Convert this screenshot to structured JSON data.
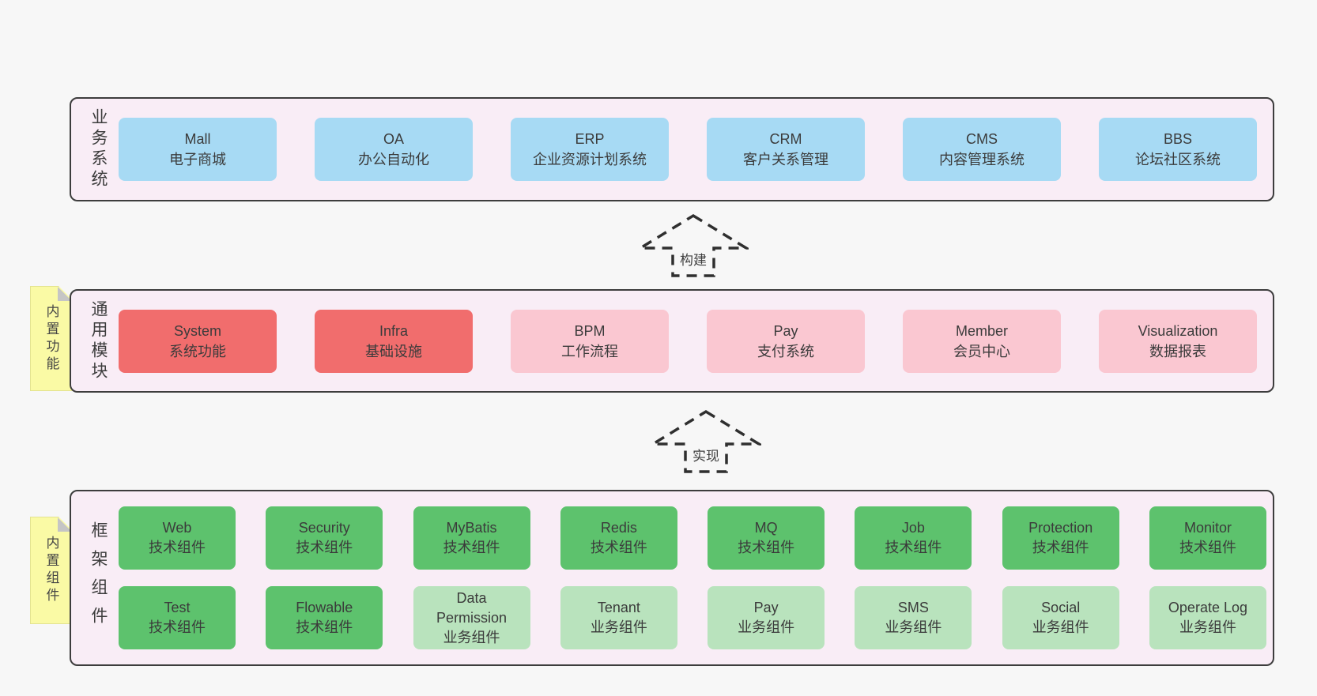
{
  "theme": {
    "page_bg": "#f7f7f7",
    "panel_bg": "#f9edf6",
    "panel_border": "#3d3d3d",
    "text": "#3c3c3c",
    "blue": "#a7daf4",
    "red": "#f16d6d",
    "pink": "#fac7d1",
    "green": "#5dc26d",
    "light_green": "#b9e3bd",
    "sticky_bg": "#fafaa5",
    "sticky_fold": "#c5c5c5",
    "sticky_edge": "#e3e390"
  },
  "arrows": {
    "build": {
      "label": "构建"
    },
    "implement": {
      "label": "实现"
    }
  },
  "layers": {
    "business": {
      "label": "业务系统",
      "boxes": [
        {
          "name": "Mall",
          "subtitle": "电子商城",
          "color": "blue"
        },
        {
          "name": "OA",
          "subtitle": "办公自动化",
          "color": "blue"
        },
        {
          "name": "ERP",
          "subtitle": "企业资源计划系统",
          "color": "blue"
        },
        {
          "name": "CRM",
          "subtitle": "客户关系管理",
          "color": "blue"
        },
        {
          "name": "CMS",
          "subtitle": "内容管理系统",
          "color": "blue"
        },
        {
          "name": "BBS",
          "subtitle": "论坛社区系统",
          "color": "blue"
        }
      ]
    },
    "modules": {
      "label": "通用模块",
      "sticky_label": "内置功能",
      "boxes": [
        {
          "name": "System",
          "subtitle": "系统功能",
          "color": "red"
        },
        {
          "name": "Infra",
          "subtitle": "基础设施",
          "color": "red"
        },
        {
          "name": "BPM",
          "subtitle": "工作流程",
          "color": "pink"
        },
        {
          "name": "Pay",
          "subtitle": "支付系统",
          "color": "pink"
        },
        {
          "name": "Member",
          "subtitle": "会员中心",
          "color": "pink"
        },
        {
          "name": "Visualization",
          "subtitle": "数据报表",
          "color": "pink"
        }
      ]
    },
    "framework": {
      "label": "框架组件",
      "sticky_label": "内置组件",
      "rows": [
        [
          {
            "name": "Web",
            "subtitle": "技术组件",
            "color": "green"
          },
          {
            "name": "Security",
            "subtitle": "技术组件",
            "color": "green"
          },
          {
            "name": "MyBatis",
            "subtitle": "技术组件",
            "color": "green"
          },
          {
            "name": "Redis",
            "subtitle": "技术组件",
            "color": "green"
          },
          {
            "name": "MQ",
            "subtitle": "技术组件",
            "color": "green"
          },
          {
            "name": "Job",
            "subtitle": "技术组件",
            "color": "green"
          },
          {
            "name": "Protection",
            "subtitle": "技术组件",
            "color": "green"
          },
          {
            "name": "Monitor",
            "subtitle": "技术组件",
            "color": "green"
          }
        ],
        [
          {
            "name": "Test",
            "subtitle": "技术组件",
            "color": "green"
          },
          {
            "name": "Flowable",
            "subtitle": "技术组件",
            "color": "green"
          },
          {
            "name": "Data Permission",
            "subtitle": "业务组件",
            "color": "light_green"
          },
          {
            "name": "Tenant",
            "subtitle": "业务组件",
            "color": "light_green"
          },
          {
            "name": "Pay",
            "subtitle": "业务组件",
            "color": "light_green"
          },
          {
            "name": "SMS",
            "subtitle": "业务组件",
            "color": "light_green"
          },
          {
            "name": "Social",
            "subtitle": "业务组件",
            "color": "light_green"
          },
          {
            "name": "Operate Log",
            "subtitle": "业务组件",
            "color": "light_green"
          }
        ]
      ]
    }
  }
}
